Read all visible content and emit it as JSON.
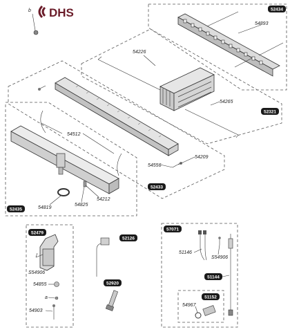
{
  "logo": {
    "text": "DHS",
    "color": "#6b1d2a"
  },
  "colors": {
    "badge": "#1a1a1a",
    "line": "#333333",
    "metal": "#d8d8d8"
  },
  "parts": {
    "p52434": "52434",
    "p54893": "54893",
    "p54226": "54226",
    "p54265": "54265",
    "p52321": "52321",
    "pb": "b",
    "p54512": "54512",
    "p54209": "54209",
    "p54556": "54556",
    "p52433": "52433",
    "p54212": "54212",
    "p54825": "54825",
    "p54819": "54819",
    "p52435": "52435",
    "p52479": "52479",
    "pS54906a": "S54906",
    "p54855": "54855",
    "pa": "a",
    "p54903": "54903",
    "p52126": "52126",
    "p52920": "52920",
    "p57071": "57071",
    "p51146": "51146",
    "pS54906b": "S54906",
    "p51144": "51144",
    "p51152": "51152",
    "p54967": "54967"
  }
}
